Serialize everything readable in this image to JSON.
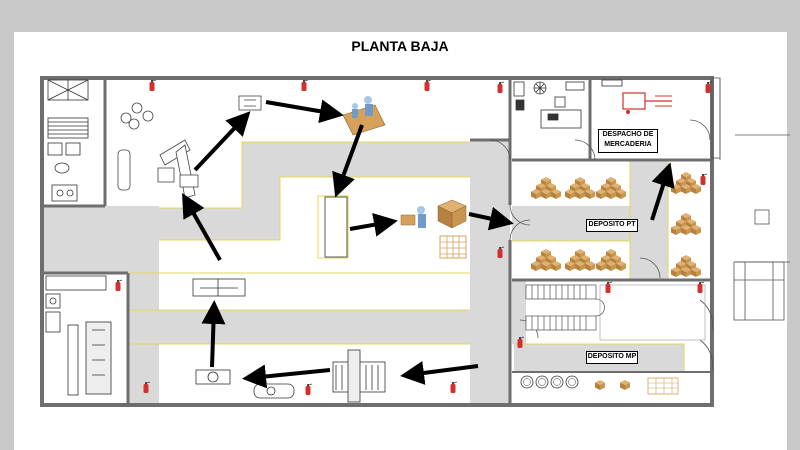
{
  "title": "PLANTA BAJA",
  "labels": {
    "despacho_line1": "DESPACHO DE",
    "despacho_line2": "MERCADERIA",
    "deposito_pt": "DEPOSITO PT",
    "deposito_mp": "DEPOSITO MP"
  },
  "colors": {
    "background": "#c8c8c8",
    "sheet": "#ffffff",
    "wall": "#6e6e6e",
    "aisle": "#d9d9d9",
    "yellow_line": "#e6d85a",
    "arrow": "#000000",
    "extinguisher": "#d32f2f",
    "boxes": "#c8964f",
    "forklift": "#d32f2f"
  },
  "icons": [
    "fire-extinguisher-icon",
    "box-stack-icon",
    "forklift-icon",
    "workstation-icon",
    "machine-icon",
    "conveyor-icon",
    "tree-icon"
  ]
}
